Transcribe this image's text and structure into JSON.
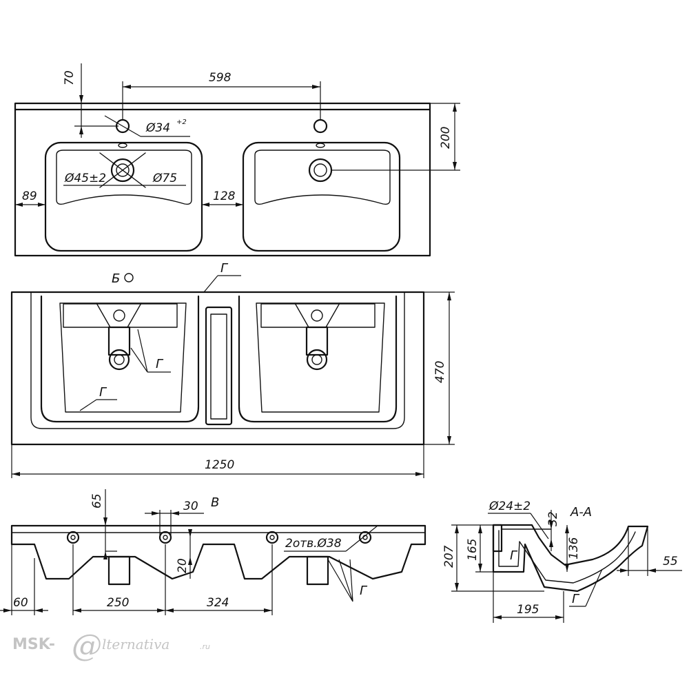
{
  "dimensions": {
    "d70": "70",
    "d598": "598",
    "d34": "Ø34",
    "d34_tol": "+2",
    "d200": "200",
    "d45": "Ø45±2",
    "d75": "Ø75",
    "d89": "89",
    "d128": "128",
    "d470": "470",
    "d1250": "1250",
    "d65": "65",
    "d30": "30",
    "d20": "20",
    "d2holes": "2отв.Ø38",
    "d60": "60",
    "d250": "250",
    "d324": "324",
    "d24": "Ø24±2",
    "d32": "32",
    "d207": "207",
    "d165": "165",
    "d136": "136",
    "d55": "55",
    "d195": "195"
  },
  "labels": {
    "view_b": "Б",
    "view_v": "В",
    "section_aa": "А-А",
    "g_top": "Г",
    "g_mid": "Г",
    "g_left": "Г",
    "g_front": "Г",
    "g_sec_in": "Г",
    "g_sec_out": "Г"
  },
  "watermark": {
    "brand_left": "MSK-",
    "brand_at": "@",
    "brand_right": "lternativa",
    "brand_domain": ".ru"
  }
}
